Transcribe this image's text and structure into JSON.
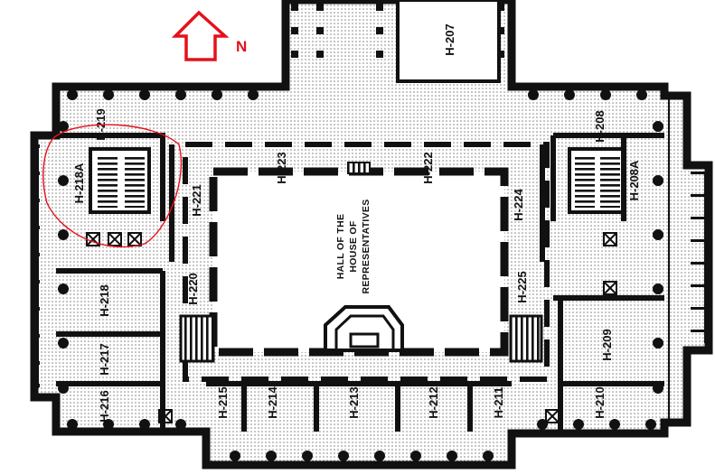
{
  "map": {
    "north_label": "N",
    "hall_lines": [
      "HALL OF THE",
      "HOUSE OF",
      "REPRESENTATIVES"
    ],
    "rooms": {
      "h207": "H-207",
      "h208": "H-208",
      "h208a": "H-208A",
      "h209": "H-209",
      "h210": "H-210",
      "h211": "H-211",
      "h212": "H-212",
      "h213": "H-213",
      "h214": "H-214",
      "h215": "H-215",
      "h216": "H-216",
      "h217": "H-217",
      "h218": "H-218",
      "h218a": "H-218A",
      "h219": "H-219",
      "h220": "H-220",
      "h221": "H-221",
      "h222": "H-222",
      "h223": "H-223",
      "h224": "H-224",
      "h225": "H-225"
    },
    "colors": {
      "annotation": "#e5101b",
      "wall": "#111111",
      "stipple": "#7a7a7a",
      "background": "#ffffff"
    },
    "highlighted_room": "H-218A"
  }
}
